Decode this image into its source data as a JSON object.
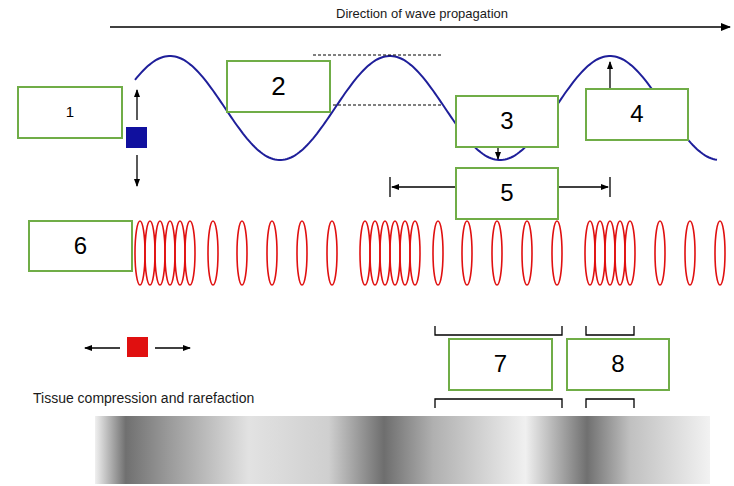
{
  "diagram": {
    "nodes": [
      {
        "text": [
          "1"
        ]
      },
      {
        "text": [
          "2"
        ]
      },
      {
        "text": [
          "3"
        ]
      },
      {
        "text": [
          "4"
        ]
      },
      {
        "text": [
          "5"
        ]
      },
      {
        "text": [
          "6"
        ]
      },
      {
        "text": [
          "7"
        ]
      },
      {
        "text": [
          "8"
        ]
      }
    ],
    "labels": [
      "Direction of wave propagation",
      "Tissue compression and rarefaction"
    ]
  }
}
